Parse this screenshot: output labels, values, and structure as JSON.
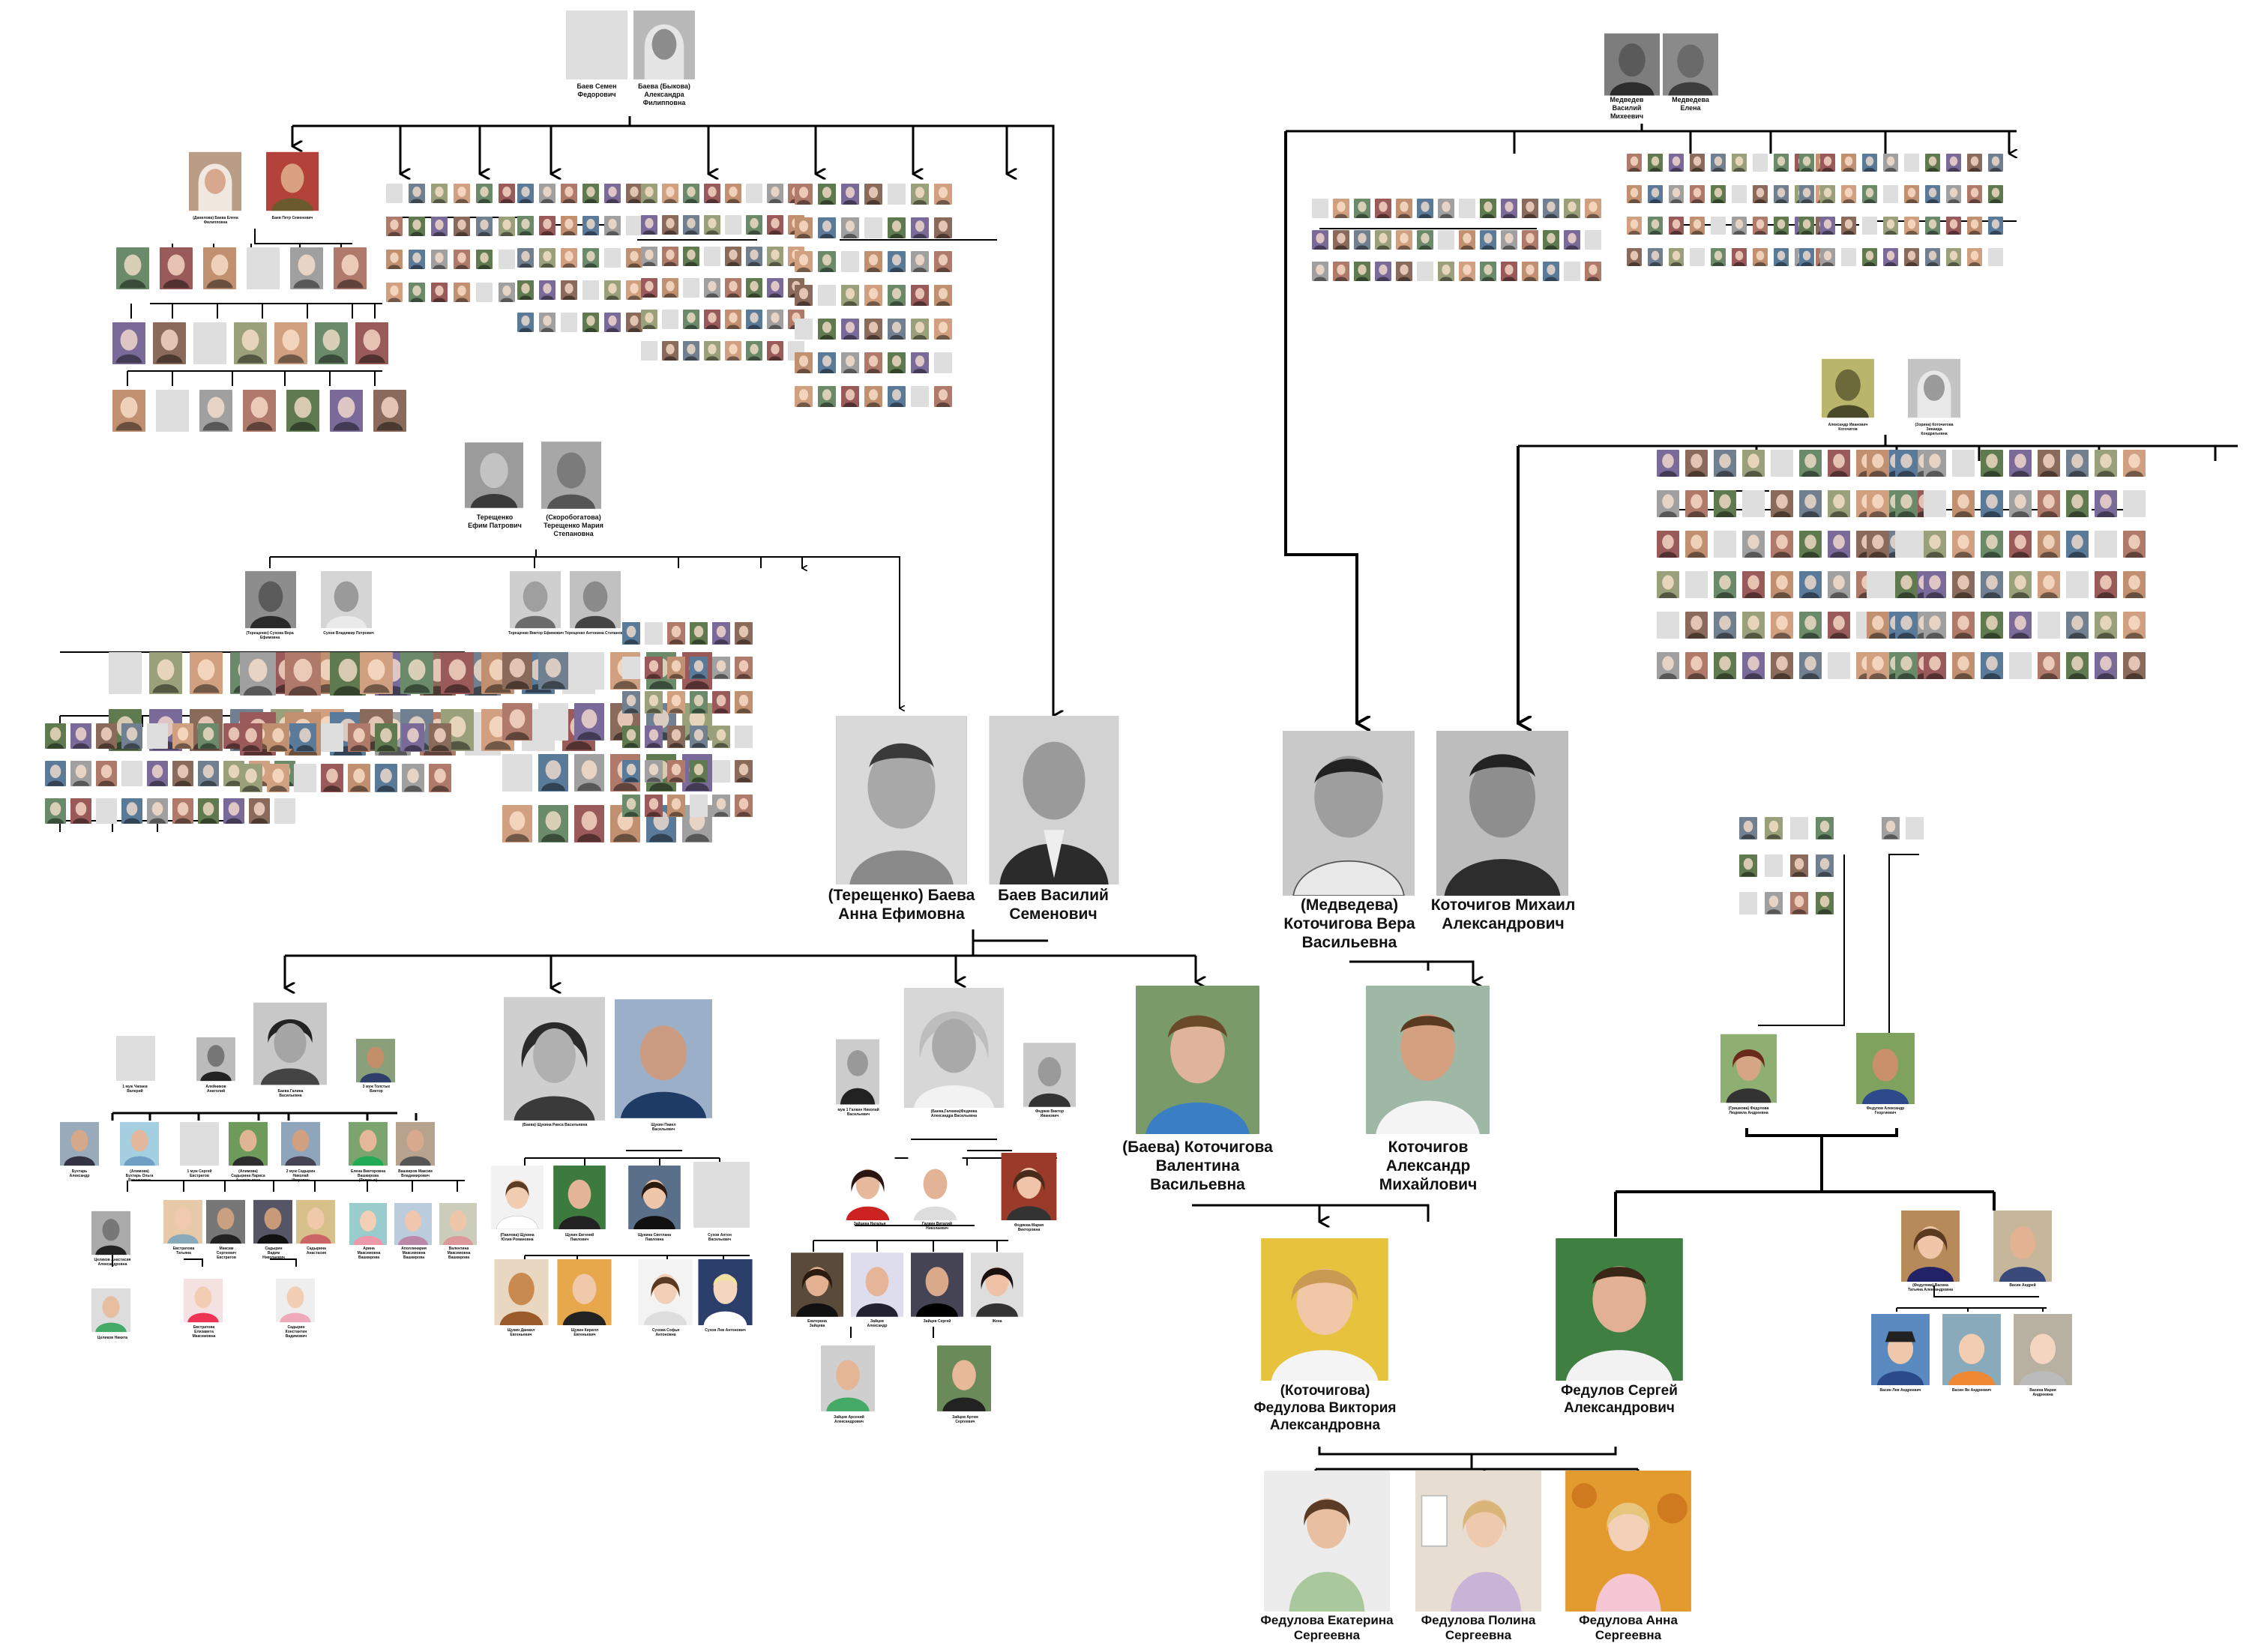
{
  "tree": {
    "baev_semen_couple": {
      "husband": "Баев Семен\nФедорович",
      "wife": "Баева (Быкова)\nАлександра\nФилипповна"
    },
    "medvedev_couple": {
      "husband": "Медведев\nВасилий\nМихеевич",
      "wife": "Медведева\nЕлена"
    },
    "kotochigov_elder_couple": {
      "husband": "Александр Иванович\nКоточигов",
      "wife": "(Зорина) Коточигова\nЗинаида\nКондратьевна"
    },
    "tereshchenko_couple": {
      "husband": "Терещенко\nЕфим Патрович",
      "wife": "(Скоробогатова)\nТерещенко Мария\nСтепановна"
    },
    "baev_vasily_couple": {
      "wife": "(Терещенко) Баева\nАнна Ефимовна",
      "husband": "Баев Василий\nСеменович"
    },
    "kotochigov_mikhail_couple": {
      "wife": "(Медведева)\nКоточигова Вера\nВасильевна",
      "husband": "Коточигов Михаил\nАлександрович"
    },
    "kotochigova_valentina": "(Баева) Коточигова\nВалентина\nВасильевна",
    "kotochigov_alexander": "Коточигов\nАлександр\nМихайлович",
    "fedulova_victoria": "(Коточигова)\nФедулова Виктория\nАлександровна",
    "fedulov_sergey": "Федулов Сергей\nАлександрович",
    "granddaughters": [
      "Федулова Екатерина\nСергеевна",
      "Федулова Полина\nСергеевна",
      "Федулова Анна\nСергеевна"
    ],
    "fedulov_parents": {
      "wife": "(Гришкова) Федулова\nЛюдмила Андреевна",
      "husband": "Федулов Александр\nГеоргиевич"
    },
    "baeva_galina_family": {
      "husband1": "1 муж Чапаев\nВалерий",
      "husband2": "Алейников\nАнатолий",
      "center": "Баева Галина\nВасильевна",
      "husband3": "3 муж Толстых\nВиктор",
      "children": [
        "Бухтарь\nАлександр",
        "(Алимова)\nБухтарь Ольга\nВиталиевна",
        "1 муж Сергей\nЕвстратов",
        "(Алимова)\nСадырина Лариса\nАнатольевна",
        "2 муж Садырин\nНиколай\nИгоревич",
        "Елена Викторовна\nВашкирова\n(Толстых)",
        "Вашкиров Максим\nВладимирович"
      ],
      "grandchildren": [
        "Целиков Анастасия\nАлександровна",
        "Евстратова\nТатьяна",
        "Максим\nСергеевич\nЕвстратов",
        "Садырин\nВадим\nНиколаевич",
        "Садырина\nАнастасия",
        "Арина\nМаксимовна\nВашкирова",
        "Аполлинария\nМаксимовна\nВашкирова",
        "Валентина\nМаксимовна\nВашкирова"
      ],
      "great_grandchildren": [
        "Целиков Никита",
        "Евстратова\nЕлизавета\nМаксимовна",
        "Садырин\nКонстантин\nВадимович"
      ]
    },
    "shchukin_family": {
      "wife": "(Баева) Щукина Раиса Васильевна",
      "husband": "Щукин Павел\nВасильевич",
      "children": [
        "(Павлова) Щукина\nЮлия Романовна",
        "Щукин Евгений\nПавлович",
        "Щукина Светлана\nПавловна",
        "Сухов Антон\nВасильевич"
      ],
      "grandchildren": [
        "Щукин Даниил\nЕвгеньевич",
        "Щукин Кирилл\nЕвгеньевич",
        "Сухова Софья\nАнтоновна",
        "Сухов Лев Антонович"
      ]
    },
    "fedyaeva_family": {
      "husband1": "муж 1 Галкин Николай\nВасильевич",
      "center": "(Баева,Галкина)Федяева\nАлександра Васильевна",
      "husband2": "Федяев Виктор\nИванович",
      "children": [
        "Зайцева Наталья",
        "Галкин Виталий\nНиколаевич",
        "Федяева Мария\nВикторовна"
      ],
      "grandchildren": [
        "Екатерина\nЗайцева",
        "Зайцев\nАлександр",
        "Зайцев Сергей",
        "Жена"
      ],
      "great_grandchildren": [
        "Зайцев Арсений\nАлександрович",
        "Зайцев Артем\nСергеевич"
      ]
    },
    "vasin_family": {
      "wife": "(Федулова) Васина\nТатьяна Александровна",
      "husband": "Васин Андрей",
      "children": [
        "Васин Лев Андреевич",
        "Васин Ян Андреевич",
        "Васина Мария\nАндреевна"
      ]
    },
    "left_upper_couple": {
      "wife": "(Данилова) Баева Елена\nФилипповна",
      "husband": "Баев Петр Семенович"
    },
    "tereshchenko_children": {
      "left_wife": "(Терещенко) Сухова Вера\nЕфимовна",
      "left_husband": "Сухов Владимир Петрович",
      "mid_husband": "Терещенко Виктор Ефимович",
      "mid_wife": "Терещенко Антонина Степановна"
    }
  }
}
